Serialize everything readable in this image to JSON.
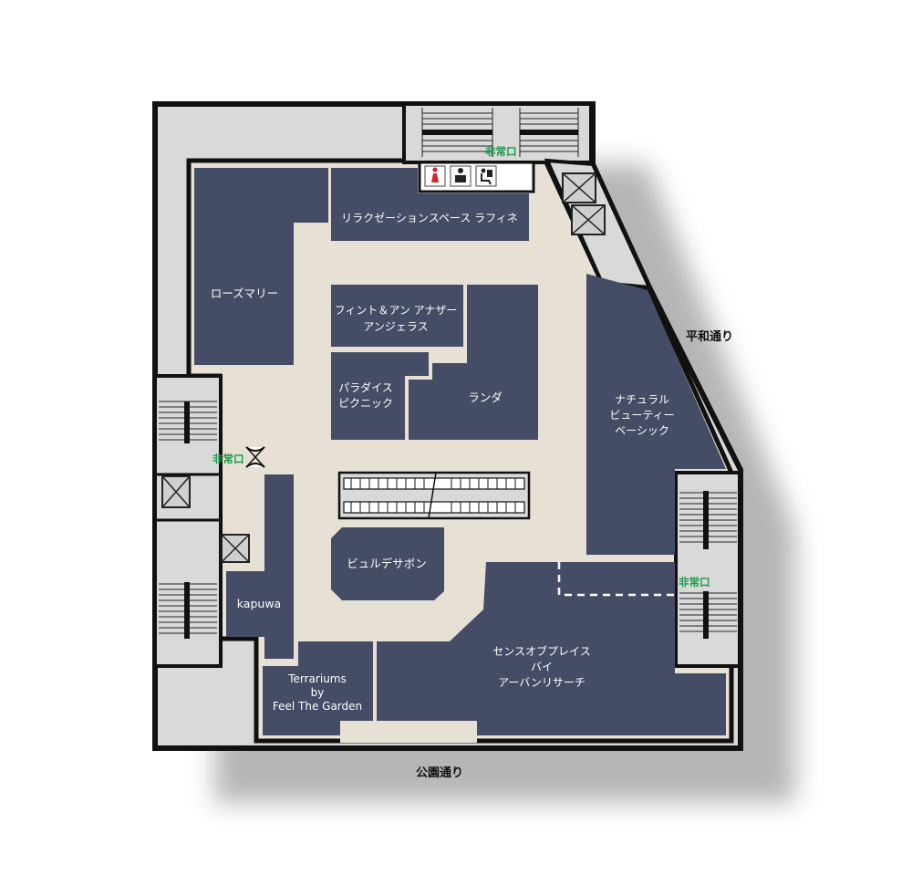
{
  "colors": {
    "shop": "#454c65",
    "corridor": "#e7e1d5",
    "outer": "#d9d9d9",
    "wall": "#111111",
    "exit_text": "#1a9a4a",
    "toilet_red": "#d8232a"
  },
  "streets": {
    "heiwa": "平和通り",
    "koen": "公園通り"
  },
  "exits": {
    "top": "非常口",
    "left": "非常口",
    "right": "非常口"
  },
  "facility_icons": [
    "toilet-female-icon",
    "baby-care-icon",
    "multipurpose-toilet-icon"
  ],
  "shops": {
    "relaxation": "リラクゼーションスペース ラフィネ",
    "rosemary": "ローズマリー",
    "flint_1": "フィント＆アン アナザー",
    "flint_2": "アンジェラス",
    "paradise_1": "パラダイス",
    "paradise_2": "ピクニック",
    "randa": "ランダ",
    "natural_1": "ナチュラル",
    "natural_2": "ビューティー",
    "natural_3": "ベーシック",
    "bille": "ビュルデサボン",
    "kapuwa": "kapuwa",
    "sense_1": "センスオブプレイス",
    "sense_2": "バイ",
    "sense_3": "アーバンリサーチ",
    "terra_1": "Terrariums",
    "terra_2": "by",
    "terra_3": "Feel The Garden"
  }
}
